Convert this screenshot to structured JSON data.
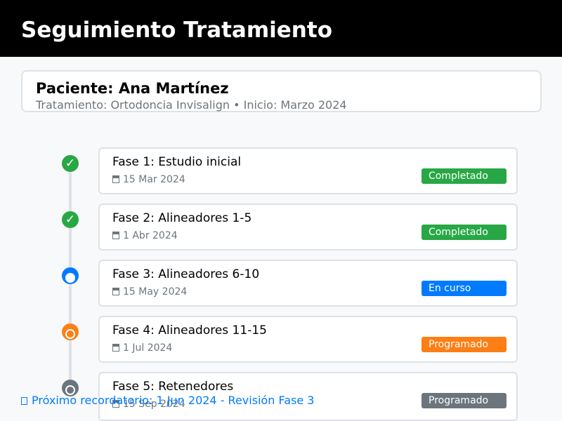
{
  "header": {
    "title": "Seguimiento Tratamiento"
  },
  "patient": {
    "name": "Paciente: Ana Martínez",
    "info": "Tratamiento: Ortodoncia Invisalign • Inicio: Marzo 2024"
  },
  "phases": [
    {
      "title": "Fase 1: Estudio inicial",
      "date": "15 Mar 2024",
      "status": "Completado",
      "status_color": "#28a745",
      "marker": "check-icon"
    },
    {
      "title": "Fase 2: Alineadores 1-5",
      "date": "1 Abr 2024",
      "status": "Completado",
      "status_color": "#28a745",
      "marker": "check-icon"
    },
    {
      "title": "Fase 3: Alineadores 6-10",
      "date": "15 May 2024",
      "status": "En curso",
      "status_color": "#007bff",
      "marker": "in-progress-icon"
    },
    {
      "title": "Fase 4: Alineadores 11-15",
      "date": "1 Jul 2024",
      "status": "Programado",
      "status_color": "#fd7e14",
      "marker": "scheduled-icon"
    },
    {
      "title": "Fase 5: Retenedores",
      "date": "15 Sep 2024",
      "status": "Programado",
      "status_color": "#6c757d",
      "marker": "scheduled-icon"
    }
  ],
  "reminder": {
    "text": "Próximo recordatorio: 1 Jun 2024 - Revisión Fase 3",
    "icon": "calendar-icon"
  },
  "colors": {
    "header_bg": "#000000",
    "completed": "#28a745",
    "in_progress": "#007bff",
    "scheduled": "#fd7e14",
    "pending": "#6c757d"
  }
}
